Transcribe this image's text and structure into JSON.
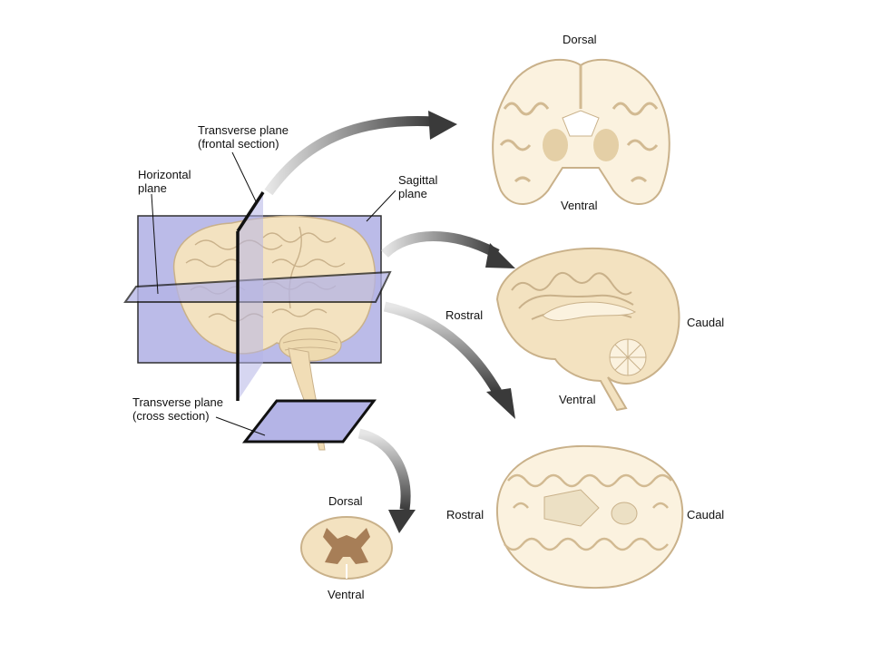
{
  "labels": {
    "transverse_frontal_line1": "Transverse plane",
    "transverse_frontal_line2": "(frontal section)",
    "horizontal_line1": "Horizontal",
    "horizontal_line2": "plane",
    "sagittal_line1": "Sagittal",
    "sagittal_line2": "plane",
    "transverse_cross_line1": "Transverse plane",
    "transverse_cross_line2": "(cross section)"
  },
  "coronal_view": {
    "top": "Dorsal",
    "bottom": "Ventral"
  },
  "sagittal_view": {
    "left": "Rostral",
    "right": "Caudal",
    "bottom": "Ventral"
  },
  "horizontal_view": {
    "left": "Rostral",
    "right": "Caudal"
  },
  "spinal_view": {
    "top": "Dorsal",
    "bottom": "Ventral"
  },
  "colors": {
    "plane_fill": "#b4b4e6",
    "plane_edge": "#1a1a1a",
    "brain_fill": "#f3e2c0",
    "brain_gyri": "#c9b18a",
    "white_matter": "#fbf2df",
    "gray_matter": "#a77e57",
    "arrow_dark": "#3a3a3a",
    "arrow_light": "#cfcfcf"
  }
}
